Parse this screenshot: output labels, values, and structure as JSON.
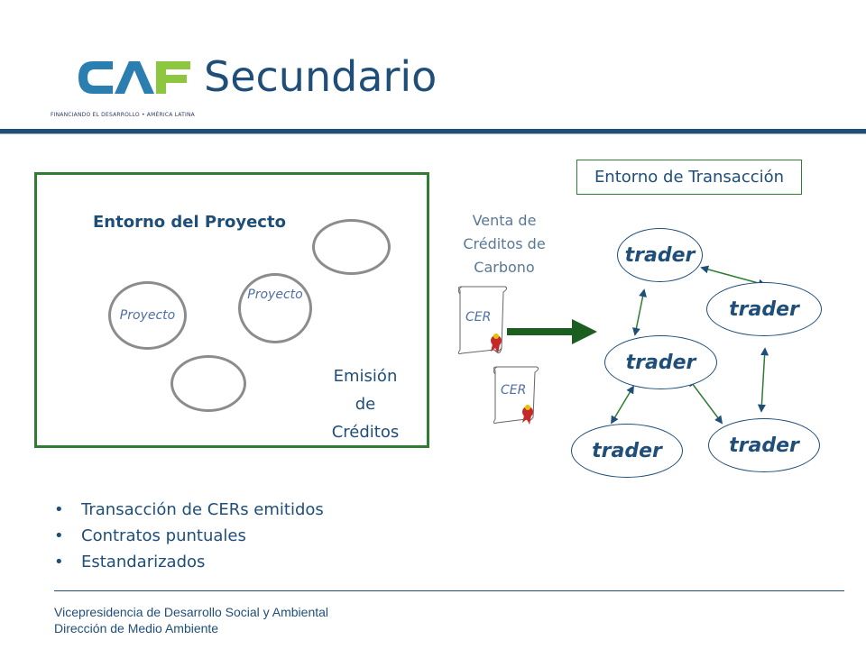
{
  "logo": {
    "tagline": "FINANCIANDO EL DESARROLLO  •  AMÉRICA LATINA"
  },
  "slide_title": "Secundario",
  "project_env": {
    "label": "Entorno del Proyecto",
    "projects": [
      "Proyecto",
      "Proyecto"
    ],
    "emission": [
      "Emisión",
      "de",
      "Créditos"
    ]
  },
  "sale": {
    "lines": [
      "Venta de",
      "Créditos de",
      "Carbono"
    ],
    "certificates": [
      "CER",
      "CER"
    ]
  },
  "transaction_env": {
    "label": "Entorno de Transacción",
    "traders": [
      "trader",
      "trader",
      "trader",
      "trader",
      "trader"
    ]
  },
  "bullets": [
    "Transacción de CERs emitidos",
    "Contratos puntuales",
    "Estandarizados"
  ],
  "bullet_glyph": "•",
  "footer": [
    "Vicepresidencia de Desarrollo Social y Ambiental",
    "Dirección de Medio Ambiente"
  ],
  "colors": {
    "title_blue": "#1f4e79",
    "green": "#2e7d32",
    "logo_teal": "#2a8cb0",
    "logo_green": "#8dc63f"
  }
}
